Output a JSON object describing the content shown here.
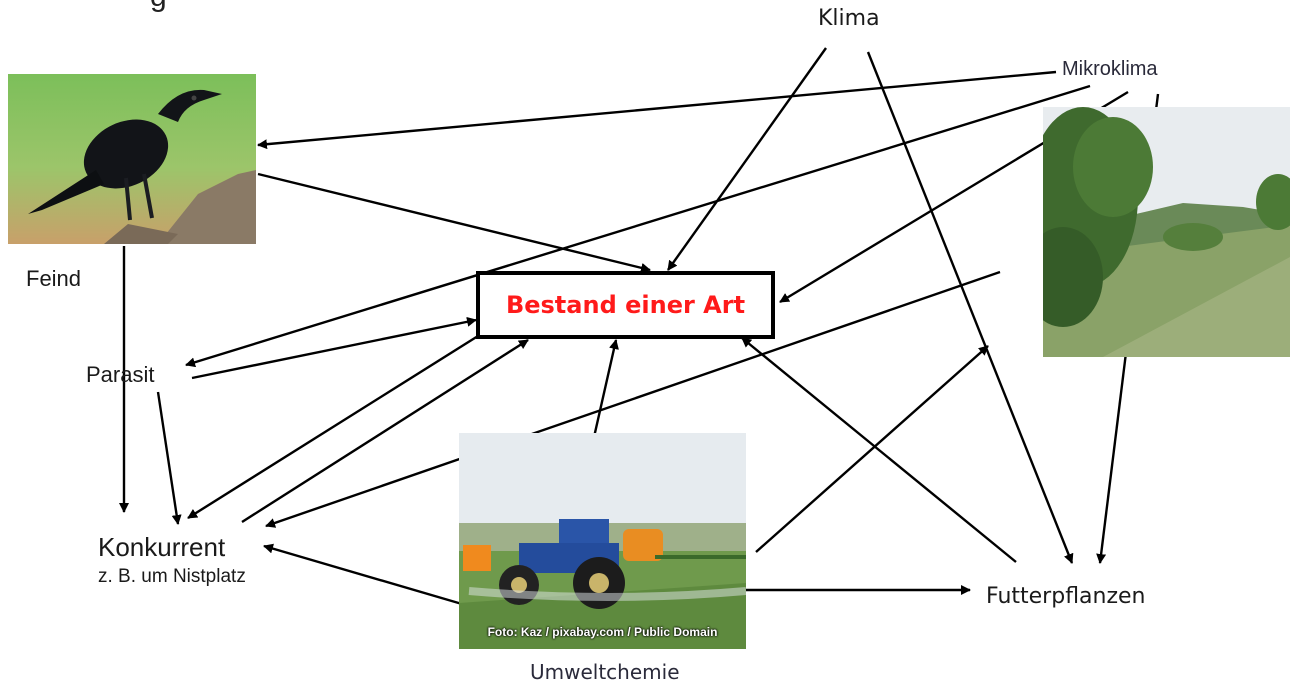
{
  "title_fragment": "g",
  "center": {
    "label": "Bestand einer Art",
    "color": "#ff1a1a"
  },
  "factors": {
    "klima": "Klima",
    "mikroklima": "Mikroklima",
    "feind": "Feind",
    "parasit": "Parasit",
    "konkurrent": "Konkurrent",
    "konkurrent_note": "z. B. um Nistplatz",
    "futterpflanzen": "Futterpflanzen",
    "umweltchemie": "Umweltchemie"
  },
  "photos": {
    "crow": "crow photo",
    "landscape": "meadow landscape photo",
    "tractor": "tractor spraying field photo",
    "tractor_credit": "Foto: Kaz / pixabay.com / Public Domain"
  }
}
